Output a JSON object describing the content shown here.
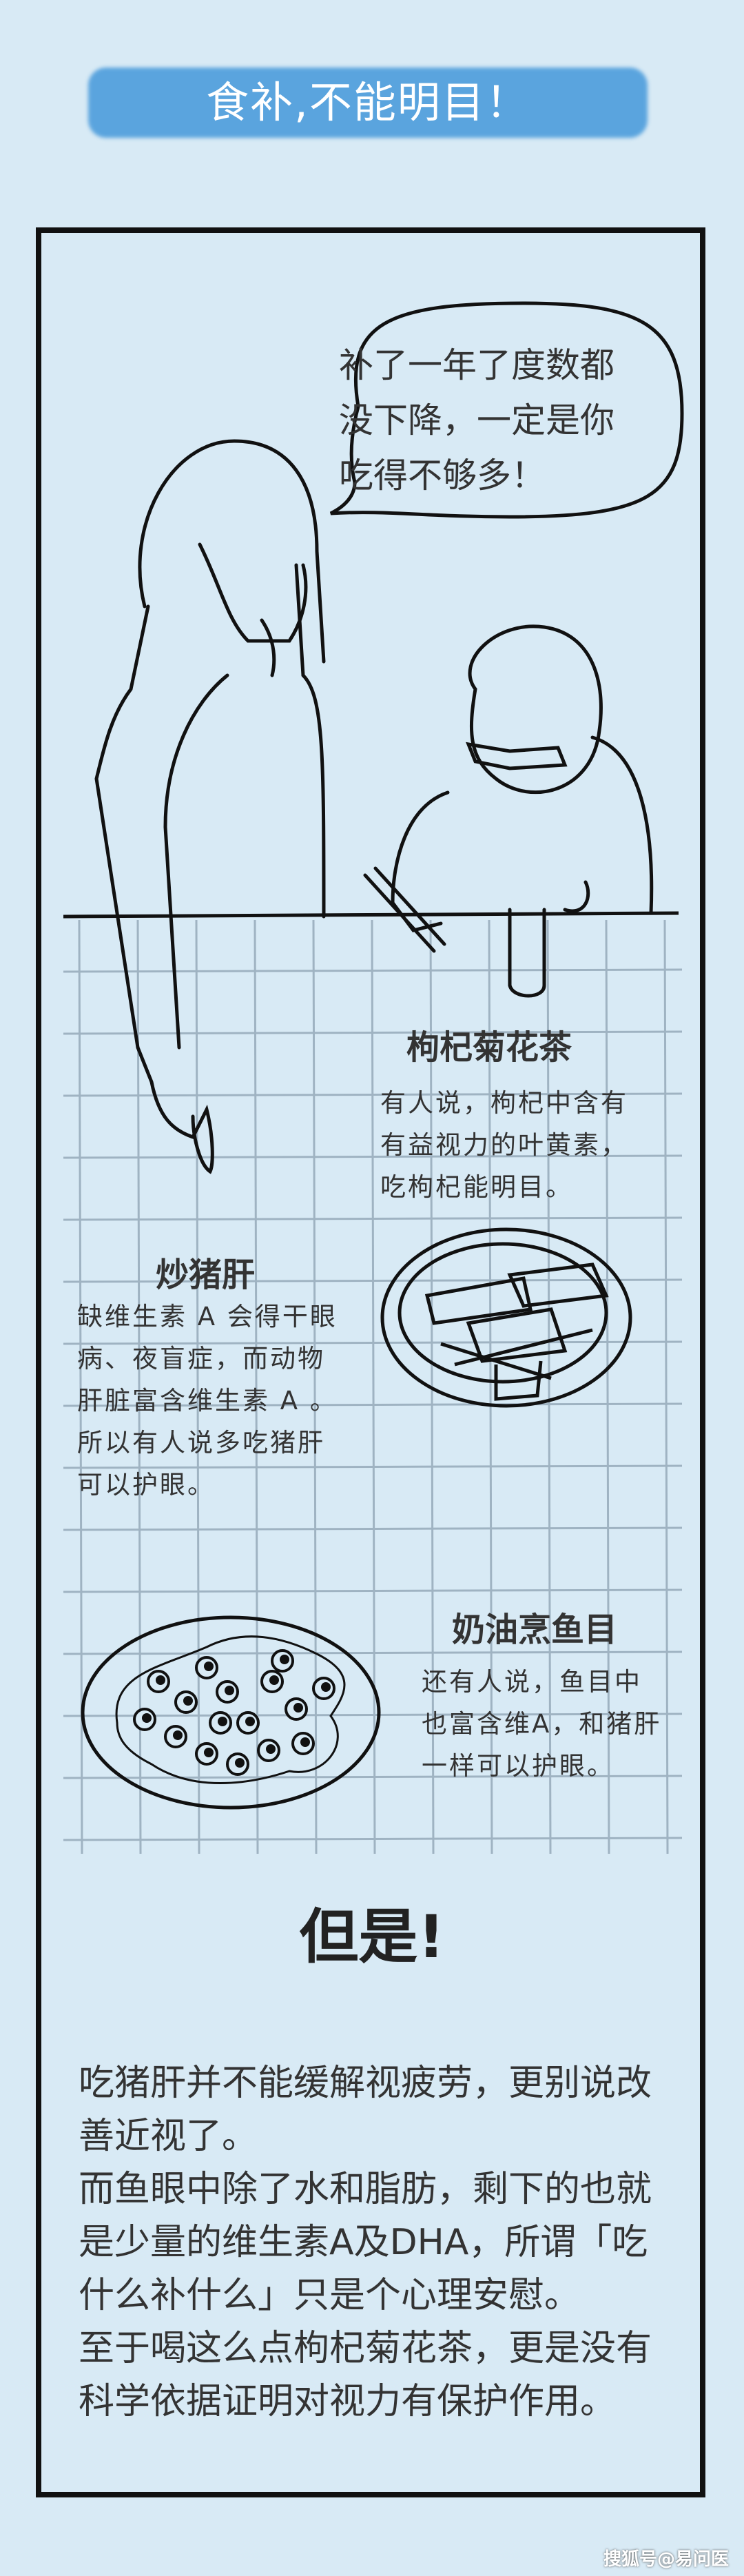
{
  "title": "食补,不能明目！",
  "speech_bubble": {
    "lines": [
      "补了一年了度数都",
      "没下降，一定是你",
      "吃得不够多！"
    ]
  },
  "foods": [
    {
      "name": "枸杞菊花茶",
      "lines": [
        "有人说，枸杞中含有",
        "有益视力的叶黄素，",
        "吃枸杞能明目。"
      ]
    },
    {
      "name": "炒猪肝",
      "lines": [
        "缺维生素 A 会得干眼",
        "病、夜盲症，而动物",
        "肝脏富含维生素 A 。",
        "所以有人说多吃猪肝",
        "可以护眼。"
      ]
    },
    {
      "name": "奶油烹鱼目",
      "lines": [
        "还有人说，鱼目中",
        "也富含维A，和猪肝",
        "一样可以护眼。"
      ]
    }
  ],
  "but_heading": "但是!",
  "body_lines": [
    "吃猪肝并不能缓解视疲劳，更别说改",
    "善近视了。",
    "而鱼眼中除了水和脂肪，剩下的也就",
    "是少量的维生素A及DHA，所谓「吃",
    "什么补什么」只是个心理安慰。",
    "至于喝这么点枸杞菊花茶，更是没有",
    "科学依据证明对视力有保护作用。"
  ],
  "watermark": "搜狐号@易问医",
  "colors": {
    "background": "#d8eaf5",
    "banner": "#5aa4de",
    "frame": "#111111",
    "grid": "#9fb3c2"
  }
}
